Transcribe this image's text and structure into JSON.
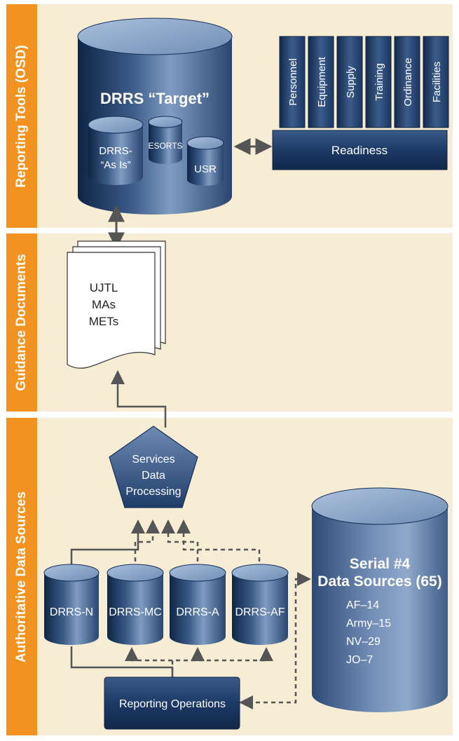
{
  "bands": {
    "reporting_tools": "Reporting Tools (OSD)",
    "guidance_documents": "Guidance Documents",
    "authoritative_data_sources": "Authoritative Data Sources"
  },
  "drrs_target": {
    "title": "DRRS “Target”",
    "as_is_line1": "DRRS-",
    "as_is_line2": "“As Is”",
    "esorts": "ESORTS",
    "usr": "USR"
  },
  "readiness": {
    "label": "Readiness",
    "pillars": [
      "Personnel",
      "Equipment",
      "Supply",
      "Training",
      "Ordinance",
      "Facilities"
    ]
  },
  "guidance_doc": {
    "lines": [
      "UJTL",
      "MAs",
      "METs"
    ]
  },
  "services": {
    "lines": [
      "Services",
      "Data",
      "Processing"
    ]
  },
  "sources": [
    "DRRS-N",
    "DRRS-MC",
    "DRRS-A",
    "DRRS-AF"
  ],
  "serial": {
    "title_line1": "Serial #4",
    "title_line2": "Data Sources (65)",
    "items": [
      "AF–14",
      "Army–15",
      "NV–29",
      "JO–7"
    ]
  },
  "reporting_operations": "Reporting Operations",
  "colors": {
    "band_bg": "#f7ecd4",
    "band_label": "#f29321",
    "navy": "#1a3863",
    "steel": "#8aa3c4",
    "arrow": "#555555"
  }
}
